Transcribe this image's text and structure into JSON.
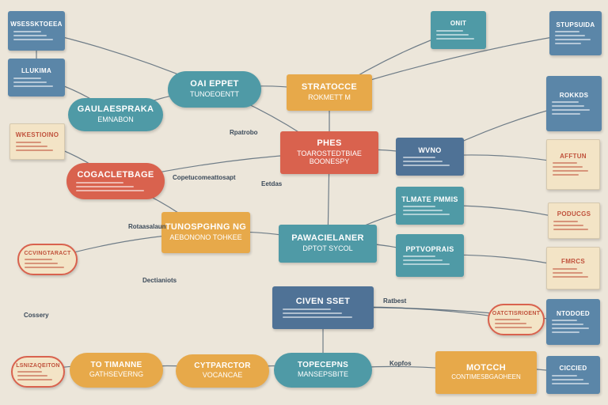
{
  "colors": {
    "background": "#ece6da",
    "teal": "#4f9aa6",
    "blue": "#4f7296",
    "orange": "#e7a94a",
    "red": "#d9624e",
    "cream": "#f3e4c6",
    "edge": "#44586b"
  },
  "nodes": [
    {
      "id": "n1",
      "label": "WSESSKTOEEA",
      "sub": "",
      "style": "rect",
      "fill": "#5b86a8",
      "text": "#ffffff"
    },
    {
      "id": "n2",
      "label": "LLUKIMA",
      "sub": "",
      "style": "rect",
      "fill": "#5b86a8",
      "text": "#ffffff"
    },
    {
      "id": "n3",
      "label": "GAULAESPRAKA",
      "sub": "EMNABON",
      "style": "pill",
      "fill": "#4f9aa6",
      "text": "#ffffff"
    },
    {
      "id": "n4",
      "label": "OAI EPPET",
      "sub": "TUNOEOENTT",
      "style": "pill",
      "fill": "#4f9aa6",
      "text": "#ffffff"
    },
    {
      "id": "n5",
      "label": "STRATOCCE",
      "sub": "ROKMETT M",
      "style": "rect",
      "fill": "#e7a94a",
      "text": "#ffffff"
    },
    {
      "id": "n6",
      "label": "WKESTIOINO",
      "sub": "",
      "style": "sticky",
      "fill": "#f3e4c6",
      "text": "#c0523c"
    },
    {
      "id": "n7",
      "label": "COGACLETBAGE",
      "sub": "",
      "style": "pill",
      "fill": "#d9624e",
      "text": "#ffffff"
    },
    {
      "id": "n8",
      "label": "PHES",
      "sub": "TOAROSTEDTBIAE BOONESPY",
      "style": "rect",
      "fill": "#d9624e",
      "text": "#ffffff"
    },
    {
      "id": "n9",
      "label": "TUNOSPGHNG NG",
      "sub": "AEBONONO TOHKEE",
      "style": "rect",
      "fill": "#e7a94a",
      "text": "#ffffff"
    },
    {
      "id": "n10",
      "label": "PAWACIELANER",
      "sub": "DPTOT SYCOL",
      "style": "rect",
      "fill": "#4f9aa6",
      "text": "#ffffff"
    },
    {
      "id": "n11",
      "label": "CIVEN SSET",
      "sub": "",
      "style": "rect",
      "fill": "#4f7296",
      "text": "#ffffff"
    },
    {
      "id": "n12",
      "label": "TO TIMANNE",
      "sub": "GATHSEVERNG",
      "style": "pill",
      "fill": "#e7a94a",
      "text": "#ffffff"
    },
    {
      "id": "n13",
      "label": "CYTPARCTOR",
      "sub": "VOCANCAE",
      "style": "pill",
      "fill": "#e7a94a",
      "text": "#ffffff"
    },
    {
      "id": "n14",
      "label": "TOPECEPNS",
      "sub": "MANSEPSBITE",
      "style": "pill",
      "fill": "#4f9aa6",
      "text": "#ffffff"
    },
    {
      "id": "n15",
      "label": "MOTCCH",
      "sub": "CONTIMESBGAOHEEN",
      "style": "rect",
      "fill": "#e7a94a",
      "text": "#ffffff"
    },
    {
      "id": "n16",
      "label": "WVNO",
      "sub": "",
      "style": "rect",
      "fill": "#4f7296",
      "text": "#ffffff"
    },
    {
      "id": "n17",
      "label": "TLMATE PMMIS",
      "sub": "",
      "style": "rect",
      "fill": "#4f9aa6",
      "text": "#ffffff"
    },
    {
      "id": "n18",
      "label": "PPTVOPRAIS",
      "sub": "",
      "style": "rect",
      "fill": "#4f9aa6",
      "text": "#ffffff"
    },
    {
      "id": "n19",
      "label": "ONIT",
      "sub": "",
      "style": "rect",
      "fill": "#4f9aa6",
      "text": "#ffffff"
    },
    {
      "id": "n20",
      "label": "STUPSUIDA",
      "sub": "",
      "style": "rect",
      "fill": "#5b86a8",
      "text": "#ffffff"
    },
    {
      "id": "n21",
      "label": "ROKKDS",
      "sub": "",
      "style": "rect",
      "fill": "#5b86a8",
      "text": "#ffffff"
    },
    {
      "id": "n22",
      "label": "AFFTUN",
      "sub": "",
      "style": "sticky",
      "fill": "#f3e4c6",
      "text": "#c0523c"
    },
    {
      "id": "n23",
      "label": "PODUCGS",
      "sub": "",
      "style": "sticky",
      "fill": "#f3e4c6",
      "text": "#c0523c"
    },
    {
      "id": "n24",
      "label": "FMRCS",
      "sub": "",
      "style": "sticky",
      "fill": "#f3e4c6",
      "text": "#c0523c"
    },
    {
      "id": "n25",
      "label": "NTODOED",
      "sub": "",
      "style": "rect",
      "fill": "#5b86a8",
      "text": "#ffffff"
    },
    {
      "id": "n26",
      "label": "CICCIED",
      "sub": "",
      "style": "rect",
      "fill": "#5b86a8",
      "text": "#ffffff"
    },
    {
      "id": "n27",
      "label": "CCVINGTARACT",
      "sub": "",
      "style": "pill",
      "fill": "#f3e4c6",
      "text": "#c0523c"
    },
    {
      "id": "n28",
      "label": "LSNIZAQEITON",
      "sub": "",
      "style": "pill",
      "fill": "#f3e4c6",
      "text": "#c0523c"
    },
    {
      "id": "n29",
      "label": "OATCTISRIOENT",
      "sub": "",
      "style": "pill",
      "fill": "#f3e4c6",
      "text": "#c0523c"
    }
  ],
  "labels": [
    {
      "id": "l1",
      "text": "Rpatrobo"
    },
    {
      "id": "l2",
      "text": "Copetucomeattosapt"
    },
    {
      "id": "l3",
      "text": "Eetdas"
    },
    {
      "id": "l4",
      "text": "Dectianiots"
    },
    {
      "id": "l5",
      "text": "Rotaasalaun"
    },
    {
      "id": "l6",
      "text": "Kopfos"
    },
    {
      "id": "l7",
      "text": "Cossery"
    },
    {
      "id": "l8",
      "text": "Ratbest"
    }
  ]
}
